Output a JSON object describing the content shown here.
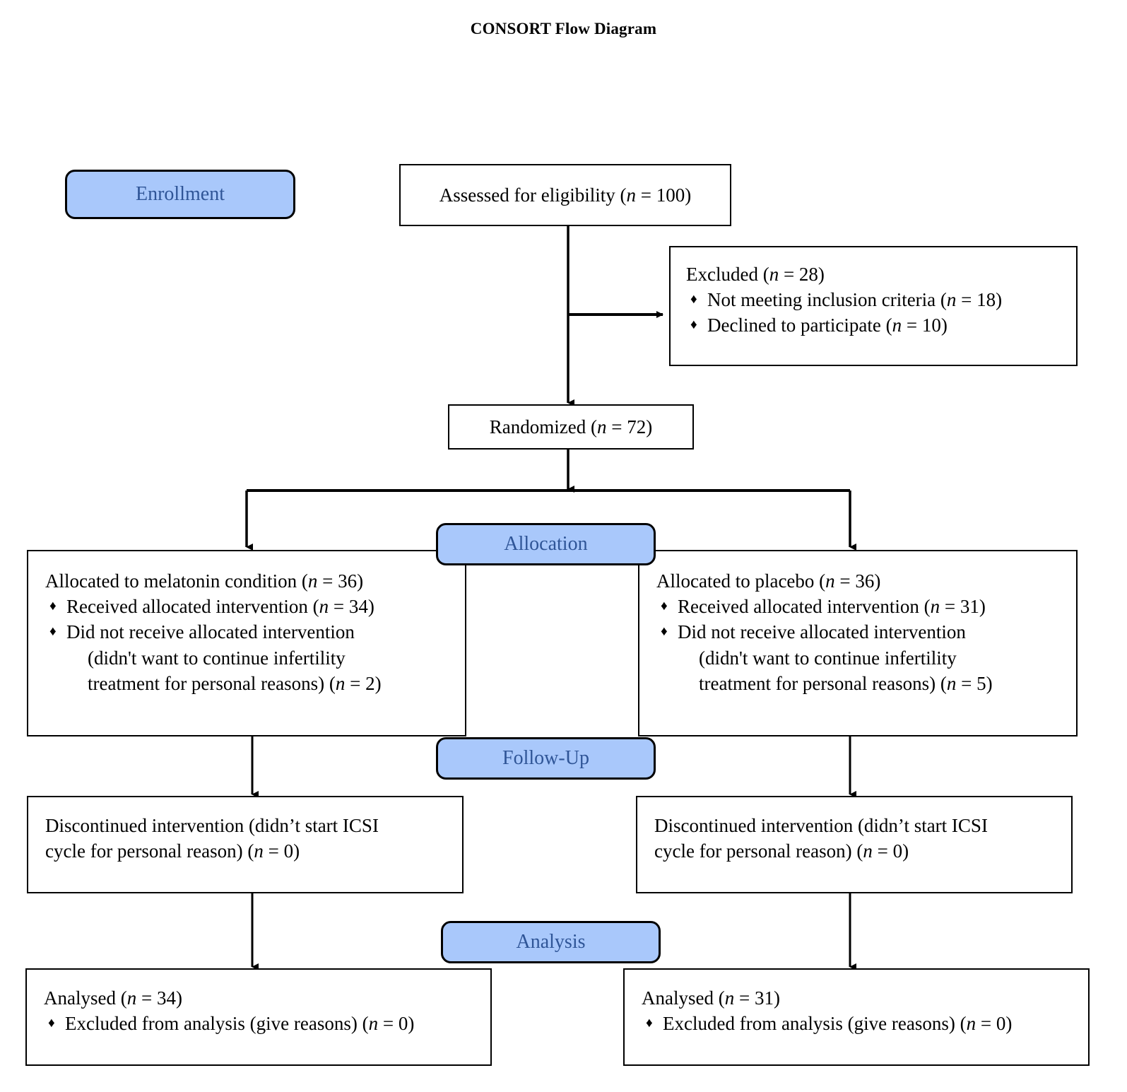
{
  "title": "CONSORT Flow Diagram",
  "colors": {
    "stage_fill": "#a9c8fb",
    "stage_text": "#2f5597",
    "box_border": "#000000",
    "page_background": "#ffffff"
  },
  "bullet_glyph": "♦",
  "stages": {
    "enrollment": "Enrollment",
    "allocation": "Allocation",
    "follow_up": "Follow-Up",
    "analysis": "Analysis"
  },
  "nodes": {
    "assessed": {
      "label": "Assessed for eligibility (",
      "n_symbol": "n",
      "n_value": " = 100)"
    },
    "excluded": {
      "heading_pre": "Excluded (",
      "heading_n": "n",
      "heading_post": " = 28)",
      "items": [
        {
          "text_pre": "Not meeting inclusion criteria (",
          "n": "n",
          "text_post": " = 18)"
        },
        {
          "text_pre": "Declined to participate (",
          "n": "n",
          "text_post": " = 10)"
        }
      ]
    },
    "randomized": {
      "label": "Randomized (",
      "n_symbol": "n",
      "n_value": " = 72)"
    },
    "alloc_left": {
      "heading_pre": "Allocated to melatonin condition (",
      "heading_n": "n",
      "heading_post": " = 36)",
      "items": [
        {
          "text_pre": "Received allocated intervention (",
          "n": "n",
          "text_post": " = 34)",
          "cont": []
        },
        {
          "text_pre": "Did not receive allocated intervention",
          "n": "",
          "text_post": "",
          "cont": [
            {
              "pre": "(didn't want to continue infertility",
              "n": "",
              "post": ""
            },
            {
              "pre": "treatment for personal reasons) (",
              "n": "n",
              "post": " = 2)"
            }
          ]
        }
      ]
    },
    "alloc_right": {
      "heading_pre": "Allocated to placebo (",
      "heading_n": "n",
      "heading_post": " = 36)",
      "items": [
        {
          "text_pre": "Received allocated intervention (",
          "n": "n",
          "text_post": " = 31)",
          "cont": []
        },
        {
          "text_pre": "Did not receive allocated intervention",
          "n": "",
          "text_post": "",
          "cont": [
            {
              "pre": "(didn't want to continue infertility",
              "n": "",
              "post": ""
            },
            {
              "pre": "treatment for personal reasons) (",
              "n": "n",
              "post": " = 5)"
            }
          ]
        }
      ]
    },
    "followup_left": {
      "line1": "Discontinued intervention (didn’t start ICSI",
      "line2_pre": "cycle for personal reason) (",
      "line2_n": "n",
      "line2_post": " = 0)"
    },
    "followup_right": {
      "line1": "Discontinued intervention (didn’t start ICSI",
      "line2_pre": "cycle for personal reason) (",
      "line2_n": "n",
      "line2_post": " = 0)"
    },
    "analysis_left": {
      "heading_pre": "Analysed (",
      "heading_n": "n",
      "heading_post": " = 34)",
      "items": [
        {
          "text_pre": "Excluded from analysis (give reasons) (",
          "n": "n",
          "text_post": " = 0)"
        }
      ]
    },
    "analysis_right": {
      "heading_pre": "Analysed (",
      "heading_n": "n",
      "heading_post": " = 31)",
      "items": [
        {
          "text_pre": "Excluded from analysis (give reasons) (",
          "n": "n",
          "text_post": " = 0)"
        }
      ]
    }
  }
}
